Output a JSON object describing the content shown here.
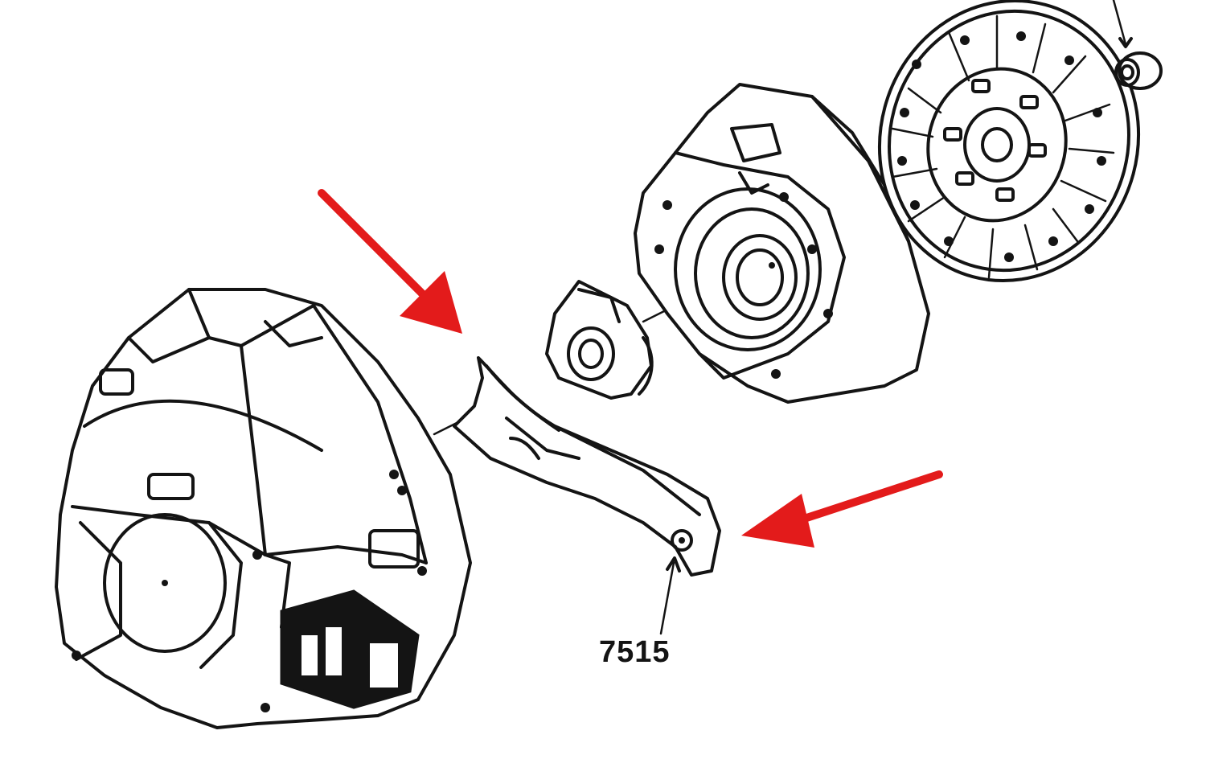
{
  "callout": {
    "part_number": "7515"
  },
  "colors": {
    "line_art": "#141414",
    "highlight_arrow": "#e31b1b",
    "background": "#ffffff"
  },
  "parts": [
    "bell-housing",
    "clutch-release-lever",
    "release-bearing",
    "pressure-plate",
    "clutch-disc",
    "pilot-bearing"
  ]
}
